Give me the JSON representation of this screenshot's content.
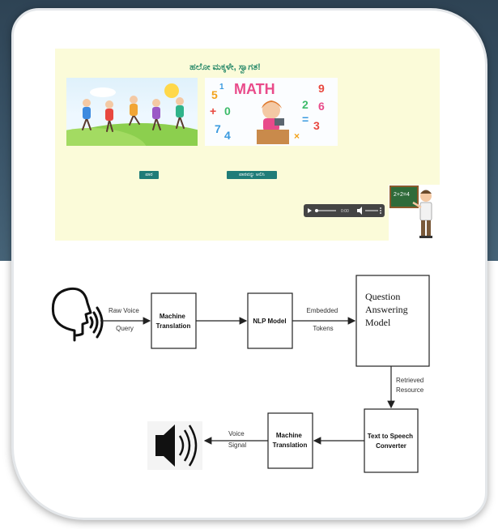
{
  "app": {
    "greeting": "ಹಲೋ ಮಕ್ಕಳೇ, ಸ್ವಾಗತ!",
    "button_left": "ಪಾಠ",
    "button_right": "ಪಾಠವನ್ನು ಆಲಿಸಿ",
    "audio_time": "0:00",
    "math_word": "MATH",
    "board_text": "2+2=4"
  },
  "diagram": {
    "nodes": {
      "mt1": [
        "Machine",
        "Translation"
      ],
      "nlp": [
        "NLP Model"
      ],
      "qa": [
        "Question",
        "Answering",
        "Model"
      ],
      "tts": [
        "Text to Speech",
        "Converter"
      ],
      "mt2": [
        "Machine",
        "Translation"
      ]
    },
    "edges": {
      "raw_voice": [
        "Raw Voice",
        "Query"
      ],
      "embedded": [
        "Embedded",
        "Tokens"
      ],
      "retrieved": [
        "Retrieved",
        "Resource"
      ],
      "voice_signal": [
        "Voice",
        "Signal"
      ]
    }
  },
  "colors": {
    "bg_dark": "#3a5468",
    "panel": "#fbfbd9",
    "button": "#1f7c78",
    "green_text": "#2a8a6a"
  }
}
